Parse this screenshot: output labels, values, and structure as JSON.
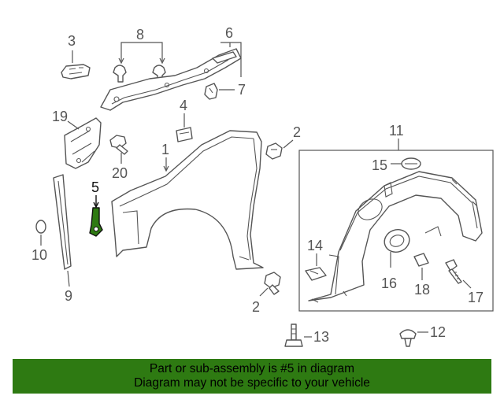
{
  "callouts": {
    "c1": "1",
    "c2a": "2",
    "c2b": "2",
    "c3": "3",
    "c4": "4",
    "c5": "5",
    "c6": "6",
    "c7": "7",
    "c8": "8",
    "c9": "9",
    "c10": "10",
    "c11": "11",
    "c12": "12",
    "c13": "13",
    "c14": "14",
    "c15": "15",
    "c16": "16",
    "c17": "17",
    "c18": "18",
    "c19": "19",
    "c20": "20"
  },
  "highlight": {
    "part_number": "5",
    "color": "#2e7a12"
  },
  "banner": {
    "line1": "Part or sub-assembly is #5 in diagram",
    "line2": "Diagram may not be specific to your vehicle",
    "background": "#2e7a12"
  }
}
